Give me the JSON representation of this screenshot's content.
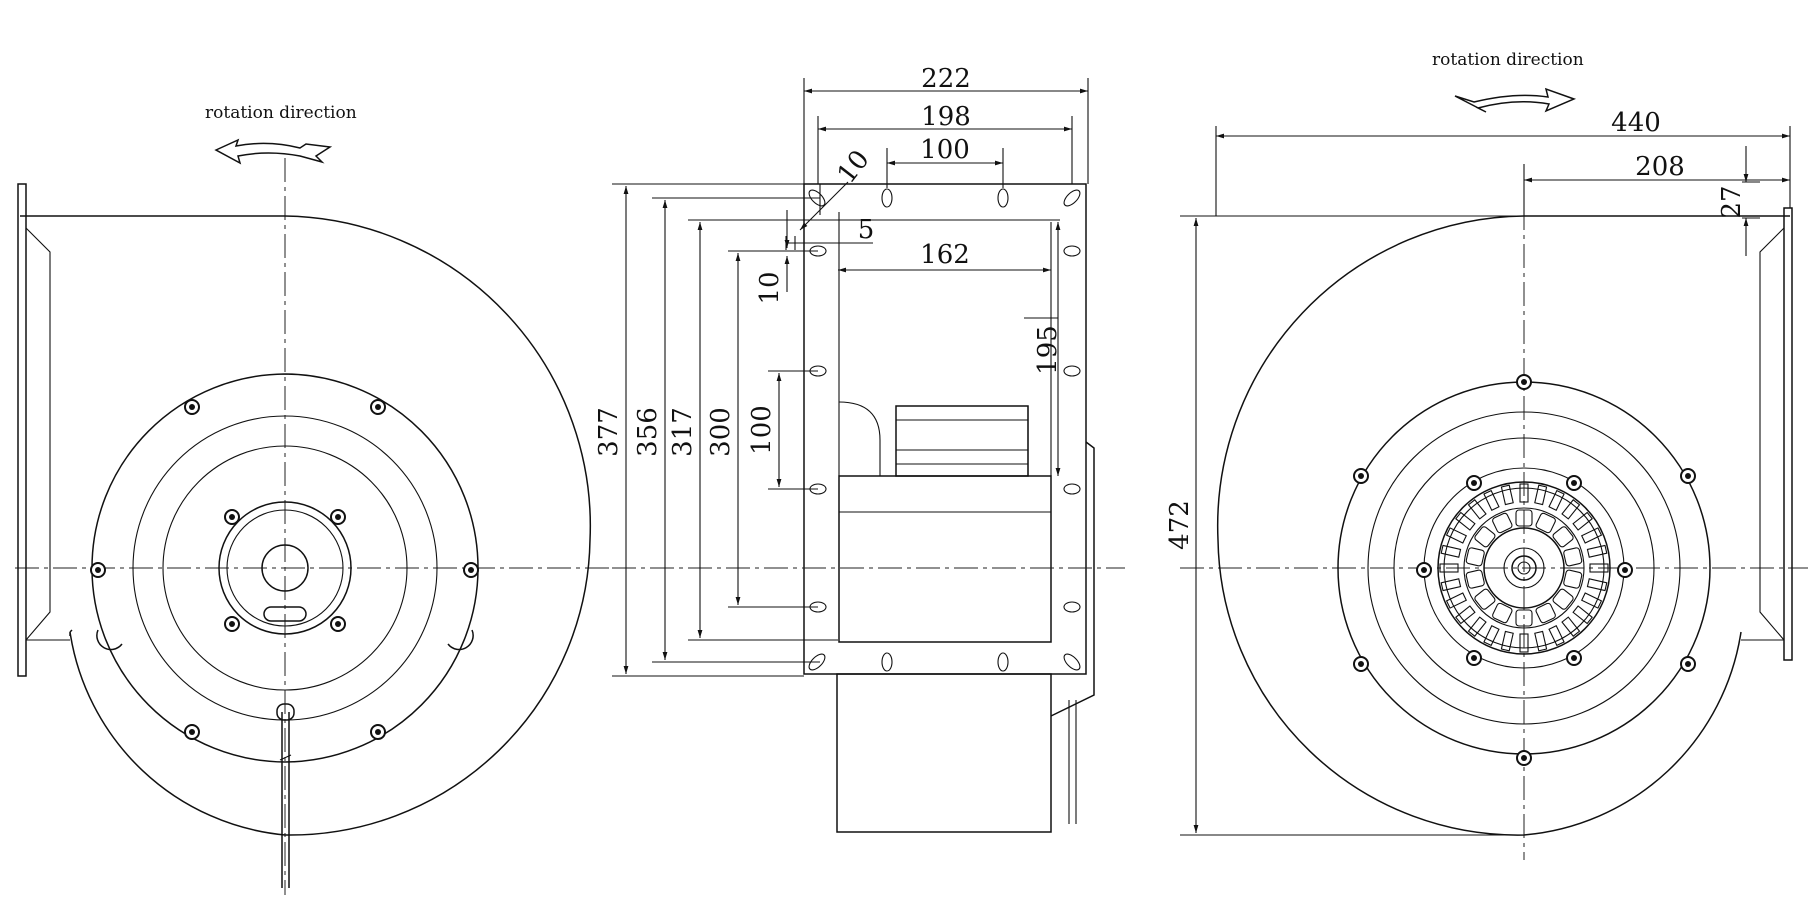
{
  "labels": {
    "rotation_left": "rotation direction",
    "rotation_right": "rotation direction"
  },
  "dimensions": {
    "side_width_overall": "222",
    "side_flange_width": "198",
    "side_hole_spacing": "100",
    "side_slot_size": "10",
    "side_slot_offset": "5",
    "side_slot_size_v": "10",
    "side_outlet_width": "162",
    "side_height_overall": "377",
    "side_height_356": "356",
    "side_height_317": "317",
    "side_height_300": "300",
    "side_height_100": "100",
    "side_depth_195": "195",
    "front_width_overall": "440",
    "front_width_208": "208",
    "front_offset_27": "27",
    "front_height_overall": "472"
  }
}
